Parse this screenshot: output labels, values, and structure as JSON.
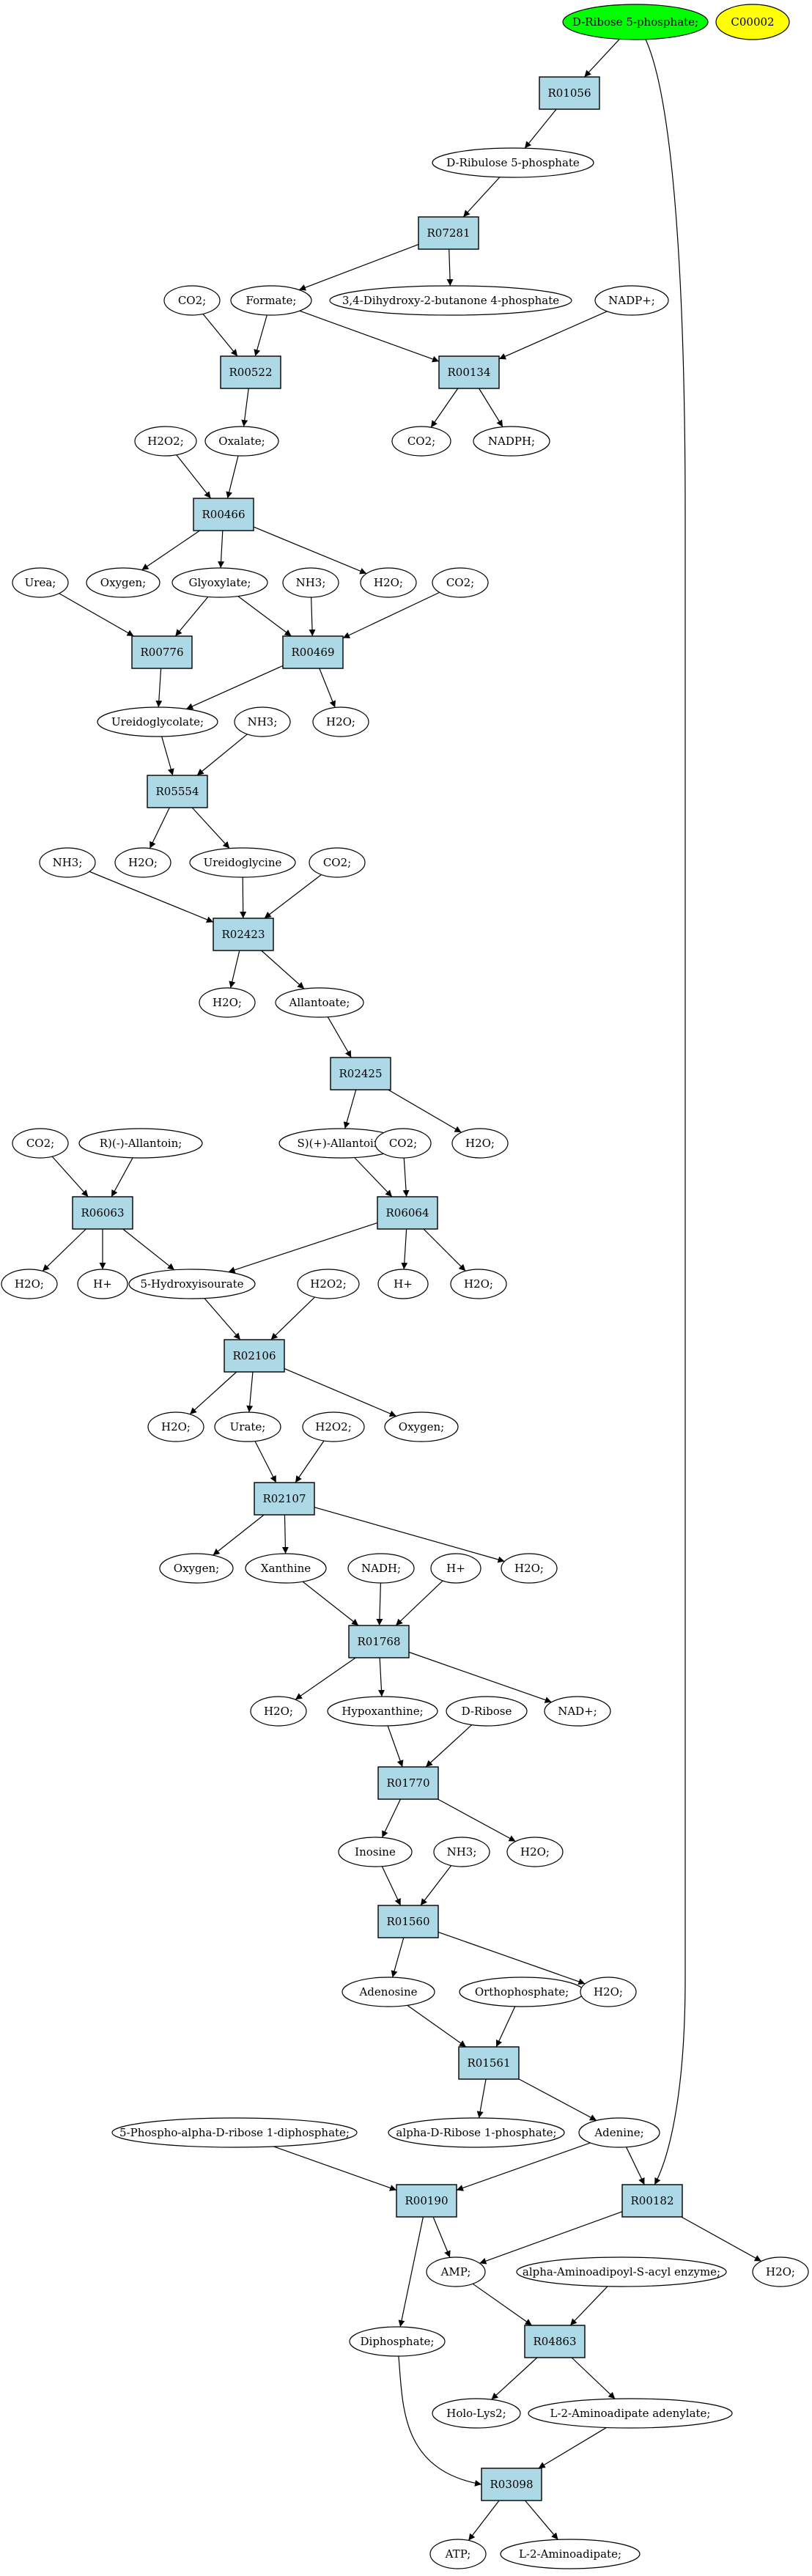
{
  "colors": {
    "reaction_fill": "#add8e6",
    "compound_fill": "#ffffff",
    "start_fill": "#00ff00",
    "extra_fill": "#ffff00",
    "stroke": "#000000"
  },
  "nodes": [
    {
      "id": "ribose5p",
      "type": "compound",
      "label": "D-Ribose 5-phosphate;",
      "highlight": "start"
    },
    {
      "id": "c00002",
      "type": "compound",
      "label": "C00002",
      "highlight": "extra"
    },
    {
      "id": "R01056",
      "type": "reaction",
      "label": "R01056"
    },
    {
      "id": "ribulose5p",
      "type": "compound",
      "label": "D-Ribulose 5-phosphate"
    },
    {
      "id": "R07281",
      "type": "reaction",
      "label": "R07281"
    },
    {
      "id": "co2_a",
      "type": "compound",
      "label": "CO2;"
    },
    {
      "id": "formate",
      "type": "compound",
      "label": "Formate;"
    },
    {
      "id": "dhbp",
      "type": "compound",
      "label": "3,4-Dihydroxy-2-butanone 4-phosphate"
    },
    {
      "id": "nadp",
      "type": "compound",
      "label": "NADP+;"
    },
    {
      "id": "R00522",
      "type": "reaction",
      "label": "R00522"
    },
    {
      "id": "R00134",
      "type": "reaction",
      "label": "R00134"
    },
    {
      "id": "h2o2_a",
      "type": "compound",
      "label": "H2O2;"
    },
    {
      "id": "oxalate",
      "type": "compound",
      "label": "Oxalate;"
    },
    {
      "id": "co2_b",
      "type": "compound",
      "label": "CO2;"
    },
    {
      "id": "nadph",
      "type": "compound",
      "label": "NADPH;"
    },
    {
      "id": "R00466",
      "type": "reaction",
      "label": "R00466"
    },
    {
      "id": "urea",
      "type": "compound",
      "label": "Urea;"
    },
    {
      "id": "oxygen_a",
      "type": "compound",
      "label": "Oxygen;"
    },
    {
      "id": "glyoxylate",
      "type": "compound",
      "label": "Glyoxylate;"
    },
    {
      "id": "nh3_a",
      "type": "compound",
      "label": "NH3;"
    },
    {
      "id": "h2o_a",
      "type": "compound",
      "label": "H2O;"
    },
    {
      "id": "co2_c",
      "type": "compound",
      "label": "CO2;"
    },
    {
      "id": "R00776",
      "type": "reaction",
      "label": "R00776"
    },
    {
      "id": "R00469",
      "type": "reaction",
      "label": "R00469"
    },
    {
      "id": "ureidoglycolate",
      "type": "compound",
      "label": "Ureidoglycolate;"
    },
    {
      "id": "nh3_b",
      "type": "compound",
      "label": "NH3;"
    },
    {
      "id": "h2o_b",
      "type": "compound",
      "label": "H2O;"
    },
    {
      "id": "R05554",
      "type": "reaction",
      "label": "R05554"
    },
    {
      "id": "nh3_c",
      "type": "compound",
      "label": "NH3;"
    },
    {
      "id": "h2o_c",
      "type": "compound",
      "label": "H2O;"
    },
    {
      "id": "ureidoglycine",
      "type": "compound",
      "label": "Ureidoglycine"
    },
    {
      "id": "co2_d",
      "type": "compound",
      "label": "CO2;"
    },
    {
      "id": "R02423",
      "type": "reaction",
      "label": "R02423"
    },
    {
      "id": "h2o_d",
      "type": "compound",
      "label": "H2O;"
    },
    {
      "id": "allantoate",
      "type": "compound",
      "label": "Allantoate;"
    },
    {
      "id": "R02425",
      "type": "reaction",
      "label": "R02425"
    },
    {
      "id": "co2_e",
      "type": "compound",
      "label": "CO2;"
    },
    {
      "id": "r_allantoin",
      "type": "compound",
      "label": "R)(-)-Allantoin;"
    },
    {
      "id": "s_allantoin",
      "type": "compound",
      "label": "S)(+)-Allantoin;"
    },
    {
      "id": "co2_f",
      "type": "compound",
      "label": "CO2;"
    },
    {
      "id": "h2o_e",
      "type": "compound",
      "label": "H2O;"
    },
    {
      "id": "R06063",
      "type": "reaction",
      "label": "R06063"
    },
    {
      "id": "R06064",
      "type": "reaction",
      "label": "R06064"
    },
    {
      "id": "h2o_f",
      "type": "compound",
      "label": "H2O;"
    },
    {
      "id": "h_a",
      "type": "compound",
      "label": "H+"
    },
    {
      "id": "hydroxyisourate",
      "type": "compound",
      "label": "5-Hydroxyisourate"
    },
    {
      "id": "h_b",
      "type": "compound",
      "label": "H+"
    },
    {
      "id": "h2o_g",
      "type": "compound",
      "label": "H2O;"
    },
    {
      "id": "h2o2_b",
      "type": "compound",
      "label": "H2O2;"
    },
    {
      "id": "R02106",
      "type": "reaction",
      "label": "R02106"
    },
    {
      "id": "h2o_h",
      "type": "compound",
      "label": "H2O;"
    },
    {
      "id": "urate",
      "type": "compound",
      "label": "Urate;"
    },
    {
      "id": "h2o2_c",
      "type": "compound",
      "label": "H2O2;"
    },
    {
      "id": "oxygen_b",
      "type": "compound",
      "label": "Oxygen;"
    },
    {
      "id": "R02107",
      "type": "reaction",
      "label": "R02107"
    },
    {
      "id": "oxygen_c",
      "type": "compound",
      "label": "Oxygen;"
    },
    {
      "id": "xanthine",
      "type": "compound",
      "label": "Xanthine"
    },
    {
      "id": "nadh",
      "type": "compound",
      "label": "NADH;"
    },
    {
      "id": "h_c",
      "type": "compound",
      "label": "H+"
    },
    {
      "id": "h2o_i",
      "type": "compound",
      "label": "H2O;"
    },
    {
      "id": "R01768",
      "type": "reaction",
      "label": "R01768"
    },
    {
      "id": "h2o_j",
      "type": "compound",
      "label": "H2O;"
    },
    {
      "id": "hypoxanthine",
      "type": "compound",
      "label": "Hypoxanthine;"
    },
    {
      "id": "d_ribose",
      "type": "compound",
      "label": "D-Ribose"
    },
    {
      "id": "nad",
      "type": "compound",
      "label": "NAD+;"
    },
    {
      "id": "R01770",
      "type": "reaction",
      "label": "R01770"
    },
    {
      "id": "inosine",
      "type": "compound",
      "label": "Inosine"
    },
    {
      "id": "nh3_d",
      "type": "compound",
      "label": "NH3;"
    },
    {
      "id": "h2o_k",
      "type": "compound",
      "label": "H2O;"
    },
    {
      "id": "R01560",
      "type": "reaction",
      "label": "R01560"
    },
    {
      "id": "adenosine",
      "type": "compound",
      "label": "Adenosine"
    },
    {
      "id": "orthophosphate",
      "type": "compound",
      "label": "Orthophosphate;"
    },
    {
      "id": "h2o_l",
      "type": "compound",
      "label": "H2O;"
    },
    {
      "id": "R01561",
      "type": "reaction",
      "label": "R01561"
    },
    {
      "id": "prpp",
      "type": "compound",
      "label": "5-Phospho-alpha-D-ribose 1-diphosphate;"
    },
    {
      "id": "ribose1p",
      "type": "compound",
      "label": "alpha-D-Ribose 1-phosphate;"
    },
    {
      "id": "adenine",
      "type": "compound",
      "label": "Adenine;"
    },
    {
      "id": "R00190",
      "type": "reaction",
      "label": "R00190"
    },
    {
      "id": "R00182",
      "type": "reaction",
      "label": "R00182"
    },
    {
      "id": "amp",
      "type": "compound",
      "label": "AMP;"
    },
    {
      "id": "aaase",
      "type": "compound",
      "label": "alpha-Aminoadipoyl-S-acyl enzyme;"
    },
    {
      "id": "h2o_m",
      "type": "compound",
      "label": "H2O;"
    },
    {
      "id": "diphosphate",
      "type": "compound",
      "label": "Diphosphate;"
    },
    {
      "id": "R04863",
      "type": "reaction",
      "label": "R04863"
    },
    {
      "id": "hololys2",
      "type": "compound",
      "label": "Holo-Lys2;"
    },
    {
      "id": "l2aa_adenylate",
      "type": "compound",
      "label": "L-2-Aminoadipate adenylate;"
    },
    {
      "id": "R03098",
      "type": "reaction",
      "label": "R03098"
    },
    {
      "id": "atp",
      "type": "compound",
      "label": "ATP;"
    },
    {
      "id": "l2aa",
      "type": "compound",
      "label": "L-2-Aminoadipate;"
    }
  ],
  "edges": [
    [
      "ribose5p",
      "R01056"
    ],
    [
      "ribose5p",
      "R00182"
    ],
    [
      "R01056",
      "ribulose5p"
    ],
    [
      "ribulose5p",
      "R07281"
    ],
    [
      "R07281",
      "formate"
    ],
    [
      "R07281",
      "dhbp"
    ],
    [
      "co2_a",
      "R00522"
    ],
    [
      "formate",
      "R00522"
    ],
    [
      "formate",
      "R00134"
    ],
    [
      "nadp",
      "R00134"
    ],
    [
      "R00134",
      "co2_b"
    ],
    [
      "R00134",
      "nadph"
    ],
    [
      "R00522",
      "oxalate"
    ],
    [
      "h2o2_a",
      "R00466"
    ],
    [
      "oxalate",
      "R00466"
    ],
    [
      "R00466",
      "oxygen_a"
    ],
    [
      "R00466",
      "glyoxylate"
    ],
    [
      "R00466",
      "h2o_a"
    ],
    [
      "urea",
      "R00776"
    ],
    [
      "glyoxylate",
      "R00776"
    ],
    [
      "glyoxylate",
      "R00469"
    ],
    [
      "nh3_a",
      "R00469"
    ],
    [
      "co2_c",
      "R00469"
    ],
    [
      "R00776",
      "ureidoglycolate"
    ],
    [
      "R00469",
      "ureidoglycolate"
    ],
    [
      "R00469",
      "h2o_b"
    ],
    [
      "ureidoglycolate",
      "R05554"
    ],
    [
      "nh3_b",
      "R05554"
    ],
    [
      "R05554",
      "h2o_c"
    ],
    [
      "R05554",
      "ureidoglycine"
    ],
    [
      "nh3_c",
      "R02423"
    ],
    [
      "ureidoglycine",
      "R02423"
    ],
    [
      "co2_d",
      "R02423"
    ],
    [
      "R02423",
      "h2o_d"
    ],
    [
      "R02423",
      "allantoate"
    ],
    [
      "allantoate",
      "R02425"
    ],
    [
      "R02425",
      "s_allantoin"
    ],
    [
      "R02425",
      "h2o_e"
    ],
    [
      "co2_e",
      "R06063"
    ],
    [
      "r_allantoin",
      "R06063"
    ],
    [
      "s_allantoin",
      "R06064"
    ],
    [
      "co2_f",
      "R06064"
    ],
    [
      "R06063",
      "h2o_f"
    ],
    [
      "R06063",
      "h_a"
    ],
    [
      "R06063",
      "hydroxyisourate"
    ],
    [
      "R06064",
      "hydroxyisourate"
    ],
    [
      "R06064",
      "h_b"
    ],
    [
      "R06064",
      "h2o_g"
    ],
    [
      "hydroxyisourate",
      "R02106"
    ],
    [
      "h2o2_b",
      "R02106"
    ],
    [
      "R02106",
      "h2o_h"
    ],
    [
      "R02106",
      "urate"
    ],
    [
      "R02106",
      "oxygen_b"
    ],
    [
      "urate",
      "R02107"
    ],
    [
      "h2o2_c",
      "R02107"
    ],
    [
      "R02107",
      "oxygen_c"
    ],
    [
      "R02107",
      "xanthine"
    ],
    [
      "R02107",
      "h2o_i"
    ],
    [
      "xanthine",
      "R01768"
    ],
    [
      "nadh",
      "R01768"
    ],
    [
      "h_c",
      "R01768"
    ],
    [
      "R01768",
      "h2o_j"
    ],
    [
      "R01768",
      "hypoxanthine"
    ],
    [
      "R01768",
      "nad"
    ],
    [
      "hypoxanthine",
      "R01770"
    ],
    [
      "d_ribose",
      "R01770"
    ],
    [
      "R01770",
      "inosine"
    ],
    [
      "R01770",
      "h2o_k"
    ],
    [
      "inosine",
      "R01560"
    ],
    [
      "nh3_d",
      "R01560"
    ],
    [
      "R01560",
      "adenosine"
    ],
    [
      "R01560",
      "h2o_l"
    ],
    [
      "adenosine",
      "R01561"
    ],
    [
      "orthophosphate",
      "R01561"
    ],
    [
      "R01561",
      "ribose1p"
    ],
    [
      "R01561",
      "adenine"
    ],
    [
      "prpp",
      "R00190"
    ],
    [
      "adenine",
      "R00190"
    ],
    [
      "adenine",
      "R00182"
    ],
    [
      "R00190",
      "amp"
    ],
    [
      "R00190",
      "diphosphate"
    ],
    [
      "R00182",
      "amp"
    ],
    [
      "R00182",
      "h2o_m"
    ],
    [
      "amp",
      "R04863"
    ],
    [
      "aaase",
      "R04863"
    ],
    [
      "R04863",
      "hololys2"
    ],
    [
      "R04863",
      "l2aa_adenylate"
    ],
    [
      "diphosphate",
      "R03098"
    ],
    [
      "l2aa_adenylate",
      "R03098"
    ],
    [
      "R03098",
      "atp"
    ],
    [
      "R03098",
      "l2aa"
    ]
  ]
}
